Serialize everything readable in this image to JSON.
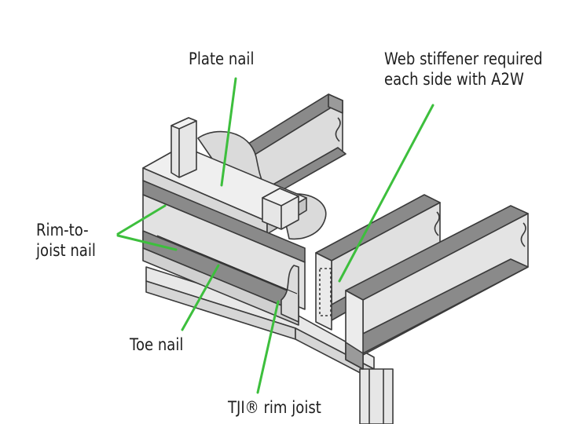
{
  "labels": {
    "plate_nail": "Plate nail",
    "web_stiffener": [
      "Web stiffener required",
      "each side with A2W"
    ],
    "rim_to_joist": [
      "Rim-to-",
      "joist nail"
    ],
    "toe_nail": "Toe nail",
    "rim_joist": "TJI® rim joist"
  },
  "colors": {
    "background": "#ffffff",
    "outline": "#3a3a3a",
    "light_face": "#e4e4e4",
    "mid_face": "#cfcfcf",
    "flange_dark": "#8a8a8a",
    "leader": "#3dbf3d",
    "text": "#1e1e1e"
  }
}
